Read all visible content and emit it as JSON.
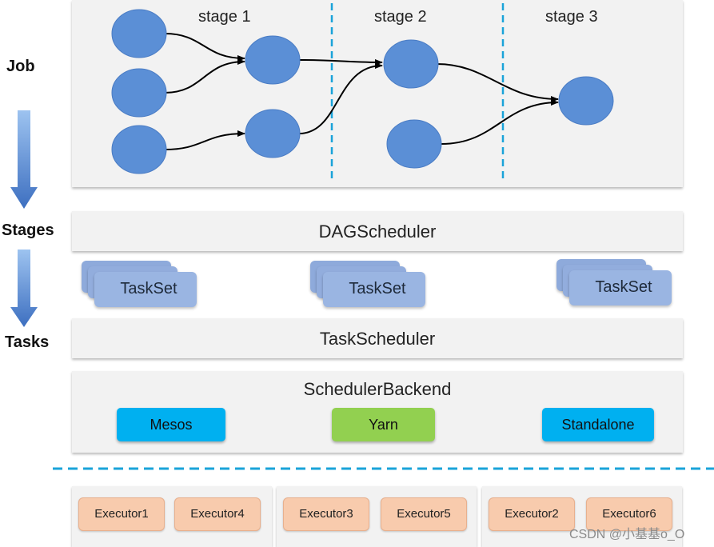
{
  "side_labels": {
    "job": "Job",
    "stages": "Stages",
    "tasks": "Tasks"
  },
  "dag": {
    "stages": [
      "stage 1",
      "stage 2",
      "stage 3"
    ]
  },
  "dag_scheduler": "DAGScheduler",
  "tasksets": [
    "TaskSet",
    "TaskSet",
    "TaskSet"
  ],
  "task_scheduler": "TaskScheduler",
  "scheduler_backend": {
    "title": "SchedulerBackend",
    "backends": [
      {
        "label": "Mesos",
        "color": "#00b0f0"
      },
      {
        "label": "Yarn",
        "color": "#92d050"
      },
      {
        "label": "Standalone",
        "color": "#00b0f0"
      }
    ]
  },
  "executor_groups": [
    [
      "Executor1",
      "Executor4"
    ],
    [
      "Executor3",
      "Executor5"
    ],
    [
      "Executor2",
      "Executor6"
    ]
  ],
  "watermark": "CSDN @小基基o_O",
  "colors": {
    "node": "#5b8fd6",
    "stage_divider": "#1aa3d9",
    "arrow": "#4f81bd",
    "panel": "#f2f2f2"
  }
}
